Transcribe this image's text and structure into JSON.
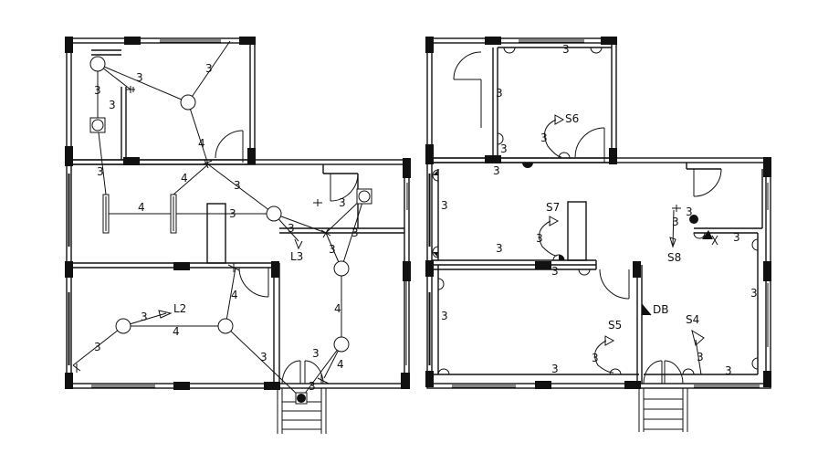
{
  "left_plan": {
    "wire_counts": [
      "3",
      "3",
      "3",
      "3",
      "4",
      "3",
      "4",
      "4",
      "3",
      "3",
      "3",
      "3",
      "3",
      "4",
      "4",
      "3",
      "4",
      "3",
      "3",
      "4",
      "3"
    ],
    "labels": {
      "l3": "L3",
      "l2": "L2"
    }
  },
  "right_plan": {
    "wire_counts": [
      "3",
      "3",
      "3",
      "3",
      "3",
      "3",
      "3",
      "3",
      "3",
      "3",
      "3",
      "3",
      "3",
      "3",
      "3",
      "3",
      "3",
      "3"
    ],
    "labels": {
      "s6": "S6",
      "s7": "S7",
      "s8": "S8",
      "s5": "S5",
      "s4": "S4",
      "db": "DB"
    }
  }
}
